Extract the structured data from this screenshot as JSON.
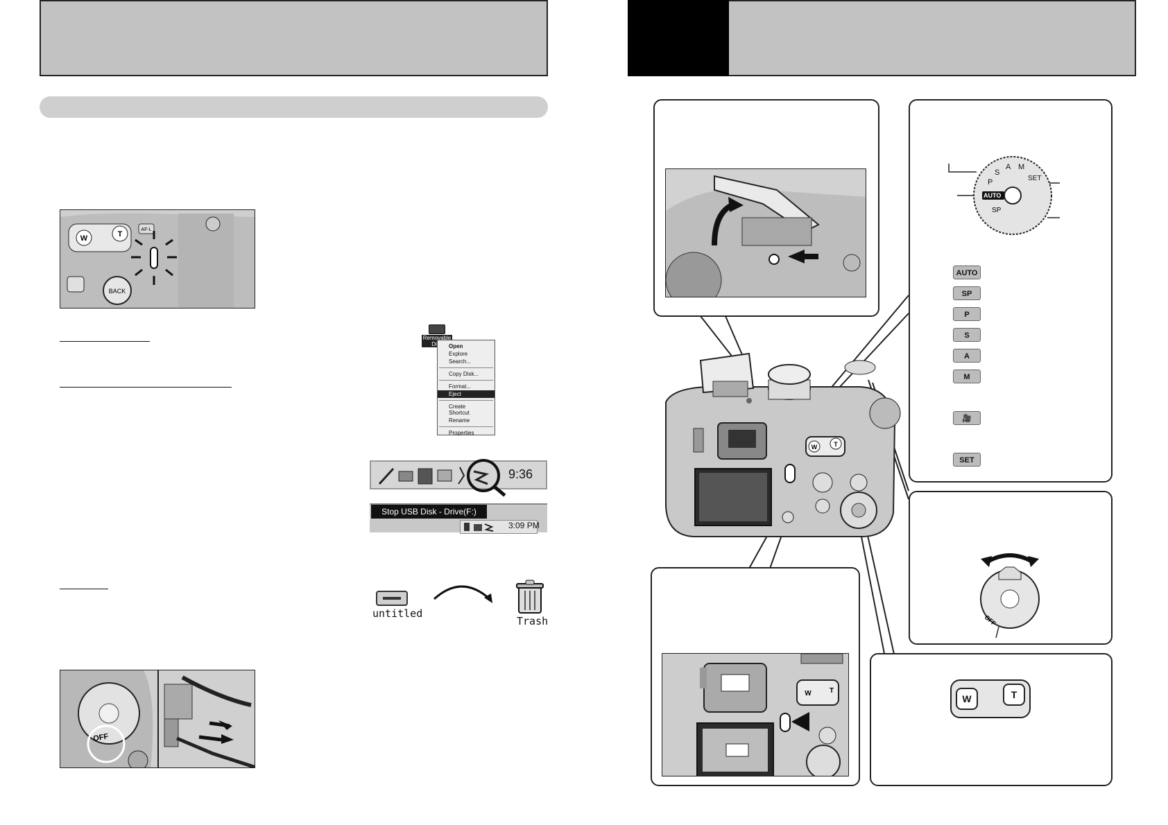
{
  "left_page": {
    "figure_top": {},
    "figure_bottom": {},
    "mac_icons": {
      "disk_label": "untitled",
      "trash_label": "Trash"
    }
  },
  "windows_screens": {
    "context_menu": {
      "icon_label_1": "Removable",
      "icon_label_2": "Disk",
      "items": [
        "Open",
        "Explore",
        "Search...",
        "Copy Disk...",
        "Format...",
        "Eject",
        "Create Shortcut",
        "Rename",
        "Properties"
      ]
    },
    "tray_me": {
      "clock": "9:36"
    },
    "tray_xp": {
      "tooltip": "Stop USB Disk - Drive(F:)",
      "clock": "3:09 PM"
    }
  },
  "right_page": {
    "mode_dial": {
      "letters": [
        "P",
        "S",
        "A",
        "M",
        "SET",
        "AUTO",
        "SP"
      ]
    },
    "mode_tabs": [
      {
        "label": "AUTO"
      },
      {
        "label": "SP"
      },
      {
        "label": "P"
      },
      {
        "label": "S"
      },
      {
        "label": "A"
      },
      {
        "label": "M"
      },
      {
        "label": "🎥"
      },
      {
        "label": "SET"
      }
    ],
    "power_switch": {
      "label": "OFF"
    },
    "zoom": {
      "w": "W",
      "t": "T"
    },
    "camera_back": {
      "w": "W",
      "t": "T"
    }
  },
  "colors": {
    "header": "#c2c2c2",
    "black_tab": "#000000",
    "pill": "#cfcfcf"
  }
}
